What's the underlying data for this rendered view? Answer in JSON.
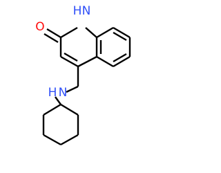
{
  "molecule": {
    "atoms": {
      "o1": {
        "label": "O",
        "color": "#ff0d0d"
      },
      "n1h": {
        "label": "H",
        "color": "#3050f8"
      },
      "n1": {
        "label": "N",
        "color": "#3050f8"
      },
      "nh_h": {
        "label": "H",
        "color": "#3050f8"
      },
      "nh_n": {
        "label": "N",
        "color": "#3050f8"
      }
    },
    "bond_color": "#000000",
    "background": "#ffffff"
  }
}
